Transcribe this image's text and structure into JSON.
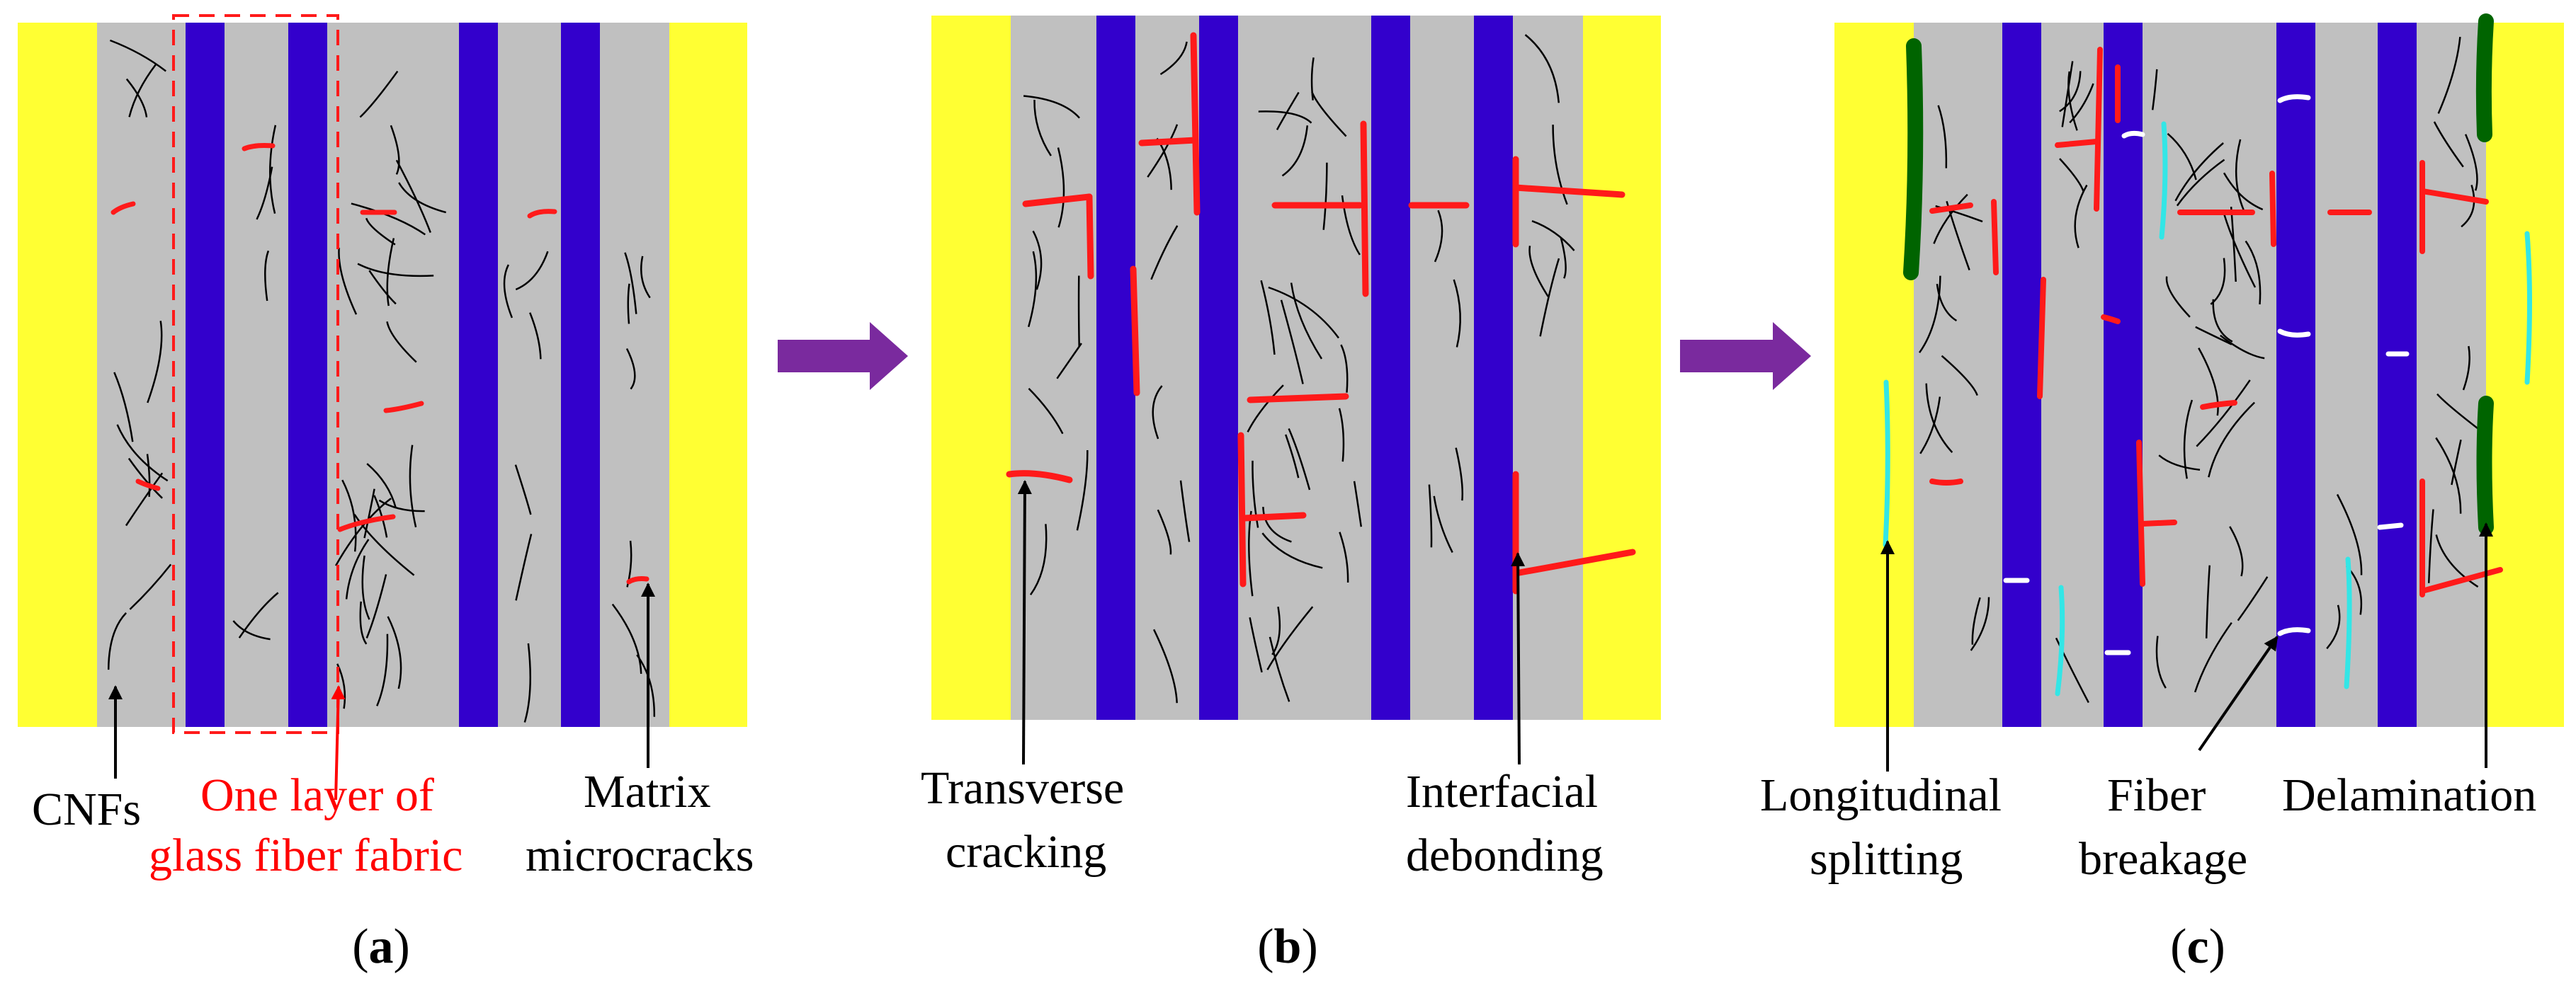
{
  "colors": {
    "face_sheet": "#ffff33",
    "matrix": "#c0c0c0",
    "fiber_layer": "#3300cc",
    "cnf": "#000000",
    "crack": "#ff1a1a",
    "delamination": "#006400",
    "longitudinal_splitting": "#33e6e6",
    "fiber_breakage": "#ffffff",
    "process_arrow": "#7a2a9e",
    "red_label": "#ff0000",
    "black_label": "#000000"
  },
  "panels": [
    {
      "id": "a",
      "caption": {
        "open": "(",
        "letter": "a",
        "close": ")"
      },
      "labels": {
        "cnfs": "CNFs",
        "layer_line1": "One layer of",
        "layer_line2": "glass fiber fabric",
        "matrix_line1": "Matrix",
        "matrix_line2": "microcracks"
      }
    },
    {
      "id": "b",
      "caption": {
        "open": "(",
        "letter": "b",
        "close": ")"
      },
      "labels": {
        "transverse_line1": "Transverse",
        "transverse_line2": "cracking",
        "interfacial_line1": "Interfacial",
        "interfacial_line2": "debonding"
      }
    },
    {
      "id": "c",
      "caption": {
        "open": "(",
        "letter": "c",
        "close": ")"
      },
      "labels": {
        "longitudinal_line1": "Longitudinal",
        "longitudinal_line2": "splitting",
        "fiber_line1": "Fiber",
        "fiber_line2": "breakage",
        "delamination": "Delamination"
      }
    }
  ],
  "icons": {
    "process_arrow": "right-arrow-icon",
    "pointer_arrow": "pointer-arrow-icon"
  }
}
